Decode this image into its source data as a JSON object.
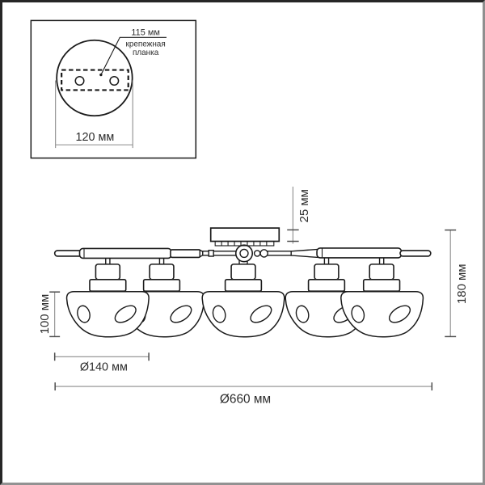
{
  "inset": {
    "hole_spacing_label": "115 мм",
    "plate_label_line1": "крепежная",
    "plate_label_line2": "планка",
    "plate_width_label": "120 мм"
  },
  "dimensions": {
    "canopy_height": "25 мм",
    "fixture_height": "180 мм",
    "shade_height": "100 мм",
    "shade_diameter": "Ø140 мм",
    "fixture_diameter": "Ø660 мм"
  },
  "colors": {
    "drawing_line": "#1a1a1a",
    "dimension_line": "#8c8c8c",
    "text": "#2d2d2d",
    "background": "#ffffff"
  }
}
